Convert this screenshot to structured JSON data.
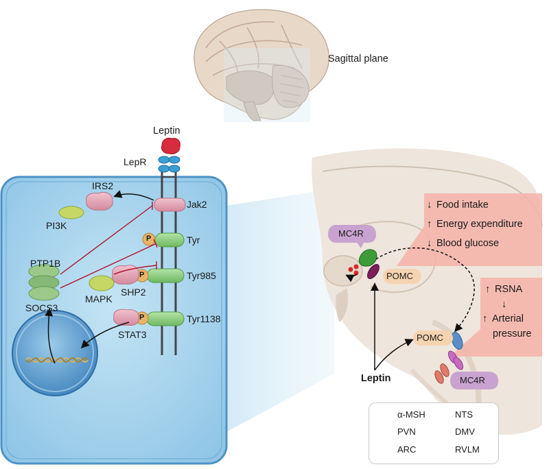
{
  "brain_caption": "Sagittal plane",
  "ligand": "Leptin",
  "receptor": "LepR",
  "cell": {
    "kinase": "Jak2",
    "adaptor": "IRS2",
    "pi3k": "PI3K",
    "phosphatase": "PTP1B",
    "socs": "SOCS3",
    "mapk": "MAPK",
    "shp2": "SHP2",
    "stat3": "STAT3",
    "phospho": "P",
    "residues": [
      "Tyr",
      "Tyr985",
      "Tyr1138"
    ]
  },
  "brain_section": {
    "mc4r_top": "MC4R",
    "pomc_top": "POMC",
    "pomc_bottom": "POMC",
    "mc4r_bottom": "MC4R",
    "leptin_input": "Leptin",
    "effects_top": [
      {
        "arrow": "↓",
        "text": "Food intake"
      },
      {
        "arrow": "↑",
        "text": "Energy expenditure"
      },
      {
        "arrow": "↓",
        "text": "Blood glucose"
      }
    ],
    "effects_bottom": {
      "rsna": {
        "arrow": "↑",
        "text": "RSNA"
      },
      "mid_arrow": "↓",
      "pressure": {
        "arrow": "↑",
        "line1": "Arterial",
        "line2": "pressure"
      }
    }
  },
  "legend": [
    {
      "icon": "alpha-msh-dots-icon",
      "label": "α-MSH"
    },
    {
      "icon": "pvn-icon",
      "label": "PVN",
      "color": "#3f9a3a"
    },
    {
      "icon": "arc-icon",
      "label": "ARC",
      "color": "#7a1f5a"
    },
    {
      "icon": "nts-icon",
      "label": "NTS",
      "color": "#5b8fc9"
    },
    {
      "icon": "dmv-icon",
      "label": "DMV",
      "color": "#c76bc0"
    },
    {
      "icon": "rvlm-icon",
      "label": "RVLM",
      "color": "#e07a6a"
    }
  ],
  "colors": {
    "cell_fill": "#a8d3ec",
    "cell_border": "#4d92c4",
    "receptor_green": "#8fcf8f",
    "jak_pink": "#e6a9b8",
    "phospho_orange": "#e7b468",
    "inhibition_red": "#b3122b",
    "effect_red": "#f5b3a8",
    "mc4r_purple": "#c9a3cf",
    "pomc_peach": "#f6d3b0"
  }
}
